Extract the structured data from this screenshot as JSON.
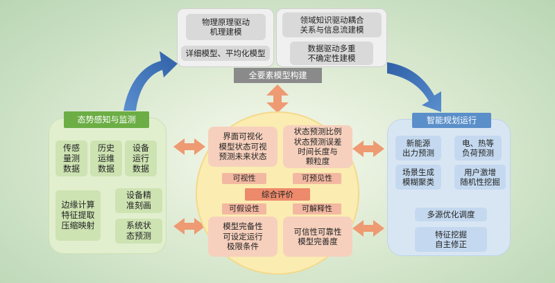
{
  "top": {
    "box_physics": "物理原理驱动\n机理建模",
    "box_detailed": "详细模型、平均化模型",
    "box_domain": "领域知识驱动耦合\n关系与信息流建模",
    "box_data": "数据驱动多重\n不确定性建模",
    "banner": "全要素模型构建"
  },
  "left": {
    "banner": "态势感知与监测",
    "data_boxes": [
      "传感\n量测\n数据",
      "历史\n运维\n数据",
      "设备\n运行\n数据"
    ],
    "edge": "边缘计算\n特征提取\n压缩映射",
    "precise": "设备精\n准刻画",
    "predict": "系统状\n态预测"
  },
  "right": {
    "banner": "智能规划运行",
    "newenergy": "新能源\n出力预测",
    "load": "电、热等\n负荷预测",
    "scenario": "场景生成\n模糊聚类",
    "user": "用户激增\n随机性挖掘",
    "optimize": "多源优化调度",
    "feature": "特征挖掘\n自主修正"
  },
  "center": {
    "box_tl": "界面可视化\n模型状态可视\n预测未来状态",
    "box_tr": "状态预测比例\n状态预测误差\n时间长度与\n颗粒度",
    "box_bl": "模型完备性\n可设定运行\n极限条件",
    "box_br": "可信性可靠性\n模型完善度",
    "label_visible": "可视性",
    "label_foresee": "可预见性",
    "label_eval": "综合评价",
    "label_assume": "可假设性",
    "label_explain": "可解释性"
  },
  "colors": {
    "green": "#6cae45",
    "blue": "#5b8fc9",
    "orange_arrow": "#ee9a72",
    "dark_blue_arrow": "#3f6fb0",
    "gray_banner": "#8a8a8a"
  }
}
